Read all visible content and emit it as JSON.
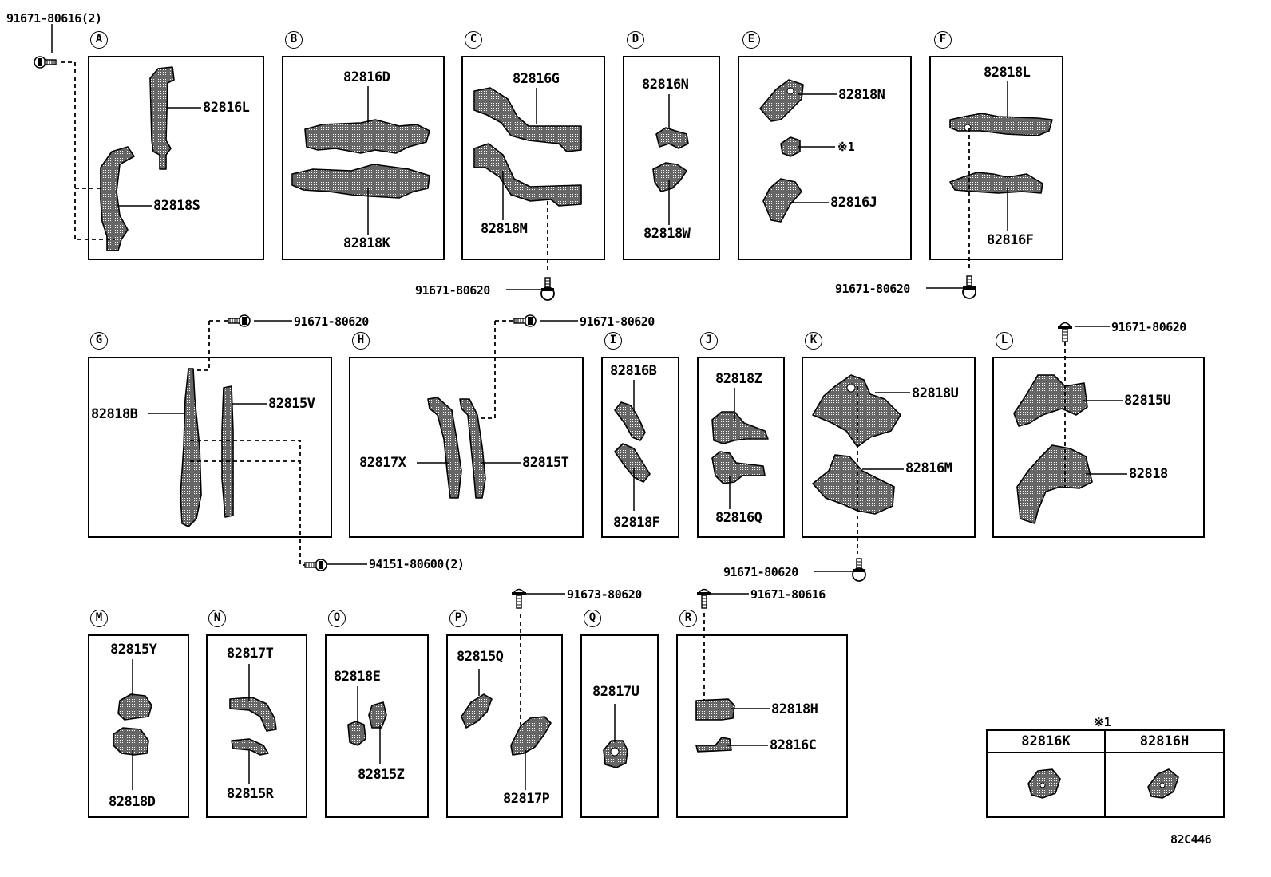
{
  "diagram_code": "82C446",
  "groups": [
    {
      "id": "A",
      "parts": [
        "82816L",
        "82818S"
      ]
    },
    {
      "id": "B",
      "parts": [
        "82816D",
        "82818K"
      ]
    },
    {
      "id": "C",
      "parts": [
        "82816G",
        "82818M"
      ]
    },
    {
      "id": "D",
      "parts": [
        "82816N",
        "82818W"
      ]
    },
    {
      "id": "E",
      "parts": [
        "82818N",
        "※1",
        "82816J"
      ]
    },
    {
      "id": "F",
      "parts": [
        "82818L",
        "82816F"
      ]
    },
    {
      "id": "G",
      "parts": [
        "82818B",
        "82815V"
      ]
    },
    {
      "id": "H",
      "parts": [
        "82817X",
        "82815T"
      ]
    },
    {
      "id": "I",
      "parts": [
        "82816B",
        "82818F"
      ]
    },
    {
      "id": "J",
      "parts": [
        "82818Z",
        "82816Q"
      ]
    },
    {
      "id": "K",
      "parts": [
        "82818U",
        "82816M"
      ]
    },
    {
      "id": "L",
      "parts": [
        "82815U",
        "82818"
      ]
    },
    {
      "id": "M",
      "parts": [
        "82815Y",
        "82818D"
      ]
    },
    {
      "id": "N",
      "parts": [
        "82817T",
        "82815R"
      ]
    },
    {
      "id": "O",
      "parts": [
        "82818E",
        "82815Z"
      ]
    },
    {
      "id": "P",
      "parts": [
        "82815Q",
        "82817P"
      ]
    },
    {
      "id": "Q",
      "parts": [
        "82817U"
      ]
    },
    {
      "id": "R",
      "parts": [
        "82818H",
        "82816C"
      ]
    }
  ],
  "fasteners": [
    "91671-80616(2)",
    "91671-80620",
    "91671-80620",
    "91671-80620",
    "91671-80620",
    "91671-80620",
    "91671-80620",
    "94151-80600(2)",
    "91673-80620",
    "91671-80616"
  ],
  "legend": {
    "mark": "※1",
    "parts": [
      "82816K",
      "82816H"
    ]
  }
}
